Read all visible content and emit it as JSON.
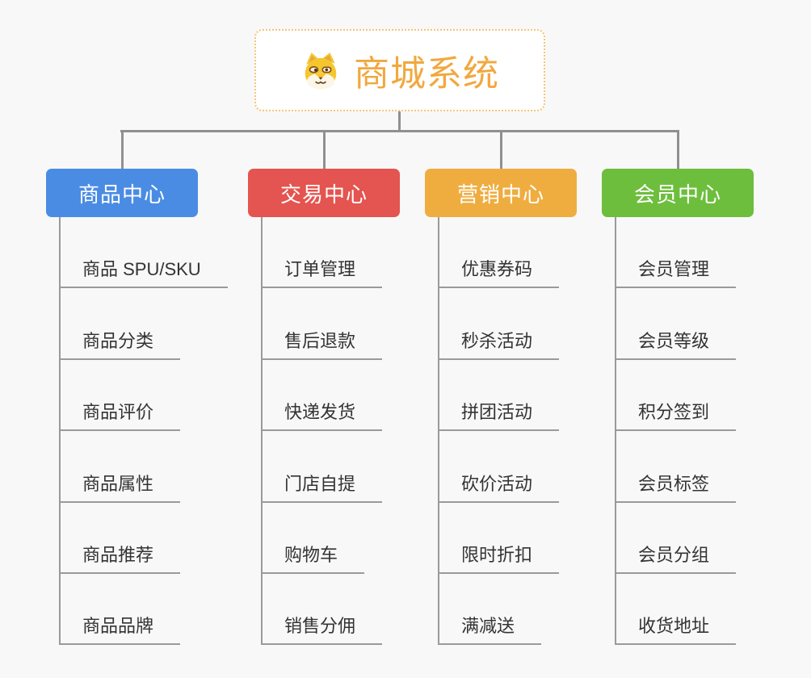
{
  "root": {
    "title": "商城系统",
    "icon": "shiba-dog-icon",
    "title_color": "#F1A83E",
    "border_color": "#F4C473"
  },
  "branches": [
    {
      "label": "商品中心",
      "color": "#4A8CE3",
      "children": [
        "商品 SPU/SKU",
        "商品分类",
        "商品评价",
        "商品属性",
        "商品推荐",
        "商品品牌"
      ]
    },
    {
      "label": "交易中心",
      "color": "#E45450",
      "children": [
        "订单管理",
        "售后退款",
        "快递发货",
        "门店自提",
        "购物车",
        "销售分佣"
      ]
    },
    {
      "label": "营销中心",
      "color": "#EFAD40",
      "children": [
        "优惠券码",
        "秒杀活动",
        "拼团活动",
        "砍价活动",
        "限时折扣",
        "满减送"
      ]
    },
    {
      "label": "会员中心",
      "color": "#6DBE3C",
      "children": [
        "会员管理",
        "会员等级",
        "积分签到",
        "会员标签",
        "会员分组",
        "收货地址"
      ]
    }
  ],
  "style": {
    "background": "#F8F8F8",
    "connector_color": "#909090",
    "underline_color": "#9A9A9A",
    "leaf_text_color": "#333333"
  }
}
